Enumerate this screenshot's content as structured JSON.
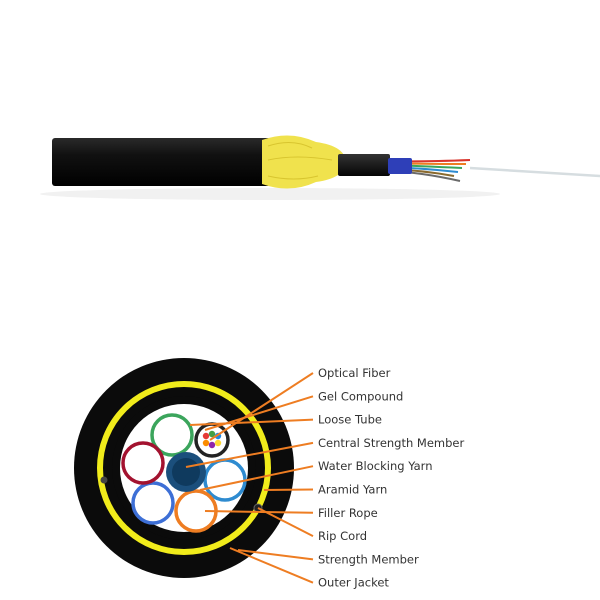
{
  "colors": {
    "background": "#ffffff",
    "jacket": "#0b0b0b",
    "aramid": "#f2e24a",
    "yellow_ring": "#f1ec1b",
    "leader": "#ee7d22",
    "label_text": "#333333"
  },
  "labels": [
    "Optical Fiber",
    "Gel Compound",
    "Loose Tube",
    "Central Strength Member",
    "Water Blocking Yarn",
    "Aramid Yarn",
    "Filler Rope",
    "Rip Cord",
    "Strength Member",
    "Outer Jacket"
  ],
  "tube_colors": [
    "#3ba55c",
    "#ffffff",
    "#2e8bd0",
    "#ee7d22",
    "#3d6fd6",
    "#a3122f"
  ],
  "fiber_colors": [
    "#e53935",
    "#43a047",
    "#1e88e5",
    "#fb8c00",
    "#8e24aa",
    "#fdd835"
  ]
}
